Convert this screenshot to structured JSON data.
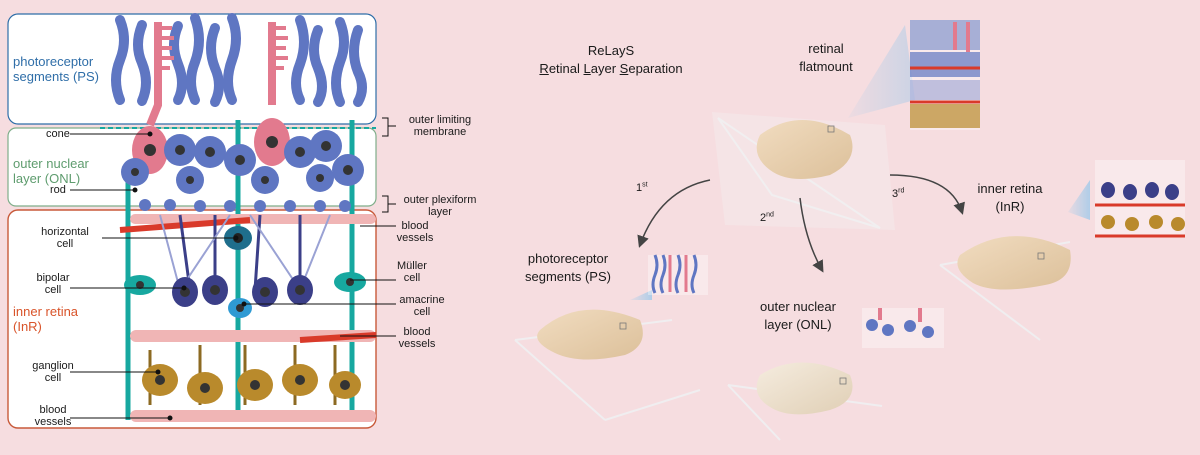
{
  "left_panel": {
    "layers": [
      {
        "id": "ps",
        "name": "photoreceptor",
        "name2": "segments (PS)"
      },
      {
        "id": "onl",
        "name": "outer nuclear",
        "name2": "layer (ONL)"
      },
      {
        "id": "inr",
        "name": "inner retina",
        "name2": "(InR)"
      }
    ],
    "left_labels": {
      "cone": "cone",
      "rod": "rod",
      "horizontal_cell": [
        "horizontal",
        "cell"
      ],
      "bipolar_cell": [
        "bipolar",
        "cell"
      ],
      "ganglion_cell": [
        "ganglion",
        "cell"
      ],
      "blood_vessels": [
        "blood",
        "vessels"
      ]
    },
    "right_labels": {
      "olm": [
        "outer limiting",
        "membrane"
      ],
      "opl": [
        "outer plexiform",
        "layer"
      ],
      "blood_vessels_1": [
        "blood",
        "vessels"
      ],
      "muller": [
        "Müller",
        "cell"
      ],
      "amacrine": [
        "amacrine",
        "cell"
      ],
      "blood_vessels_2": [
        "blood",
        "vessels"
      ]
    }
  },
  "right_panel": {
    "title_line1": "ReLayS",
    "title_word1_initial": "R",
    "title_word1_rest": "etinal",
    "title_word2_initial": "L",
    "title_word2_rest": "ayer",
    "title_word3_initial": "S",
    "title_word3_rest": "eparation",
    "flatmount_label": [
      "retinal",
      "flatmount"
    ],
    "steps": [
      {
        "num": "1",
        "suffix": "st"
      },
      {
        "num": "2",
        "suffix": "nd"
      },
      {
        "num": "3",
        "suffix": "rd"
      }
    ],
    "ps_label": [
      "photoreceptor",
      "segments (PS)"
    ],
    "onl_label": [
      "outer nuclear",
      "layer (ONL)"
    ],
    "inr_label": [
      "inner retina",
      "(InR)"
    ]
  },
  "colors": {
    "background": "#f6dde0",
    "ps_border": "#2f6ea8",
    "onl_border": "#7fae8a",
    "inr_border": "#c85a3a",
    "rod": "#5f76c2",
    "cone": "#e27a8e",
    "muller": "#17a8a0",
    "ganglion": "#b98a2c",
    "vessel": "#d93a2a",
    "tissue": "#e6cfae"
  }
}
